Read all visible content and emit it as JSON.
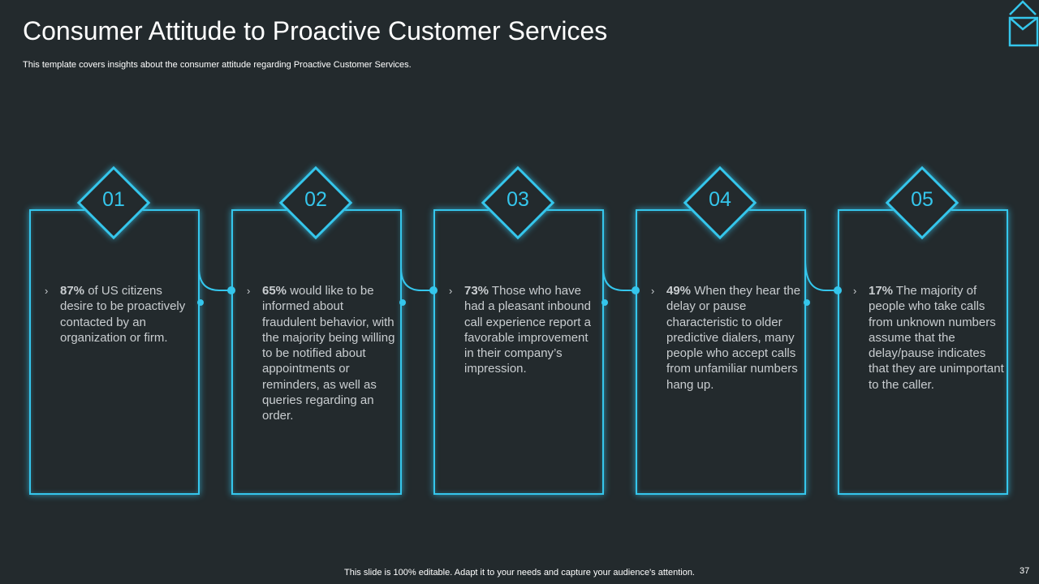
{
  "slide": {
    "title": "Consumer Attitude to Proactive Customer Services",
    "subtitle": "This template covers insights about the consumer attitude regarding Proactive Customer Services.",
    "footer": "This slide is 100% editable. Adapt it to your needs and capture your audience's attention.",
    "page_number": "37",
    "accent_color": "#35c6ec",
    "background_color": "#232a2d",
    "corner_icon": "envelope-icon"
  },
  "steps": [
    {
      "number": "01",
      "highlight": "87%",
      "text": " of US citizens desire to be proactively contacted by an organization or firm."
    },
    {
      "number": "02",
      "highlight": "65%",
      "text": " would like to be informed about fraudulent behavior, with the majority being willing to be notified about appointments or reminders, as well as queries regarding an order."
    },
    {
      "number": "03",
      "highlight": "73%",
      "text": " Those who have had a pleasant inbound call experience report a favorable improvement in their company’s impression."
    },
    {
      "number": "04",
      "highlight": "49%",
      "text": " When they hear the delay or pause characteristic to older predictive dialers, many people who accept calls from unfamiliar numbers hang up."
    },
    {
      "number": "05",
      "highlight": "17%",
      "text": " The majority of people who take calls from unknown numbers assume that the delay/pause indicates that they are unimportant  to the caller."
    }
  ]
}
